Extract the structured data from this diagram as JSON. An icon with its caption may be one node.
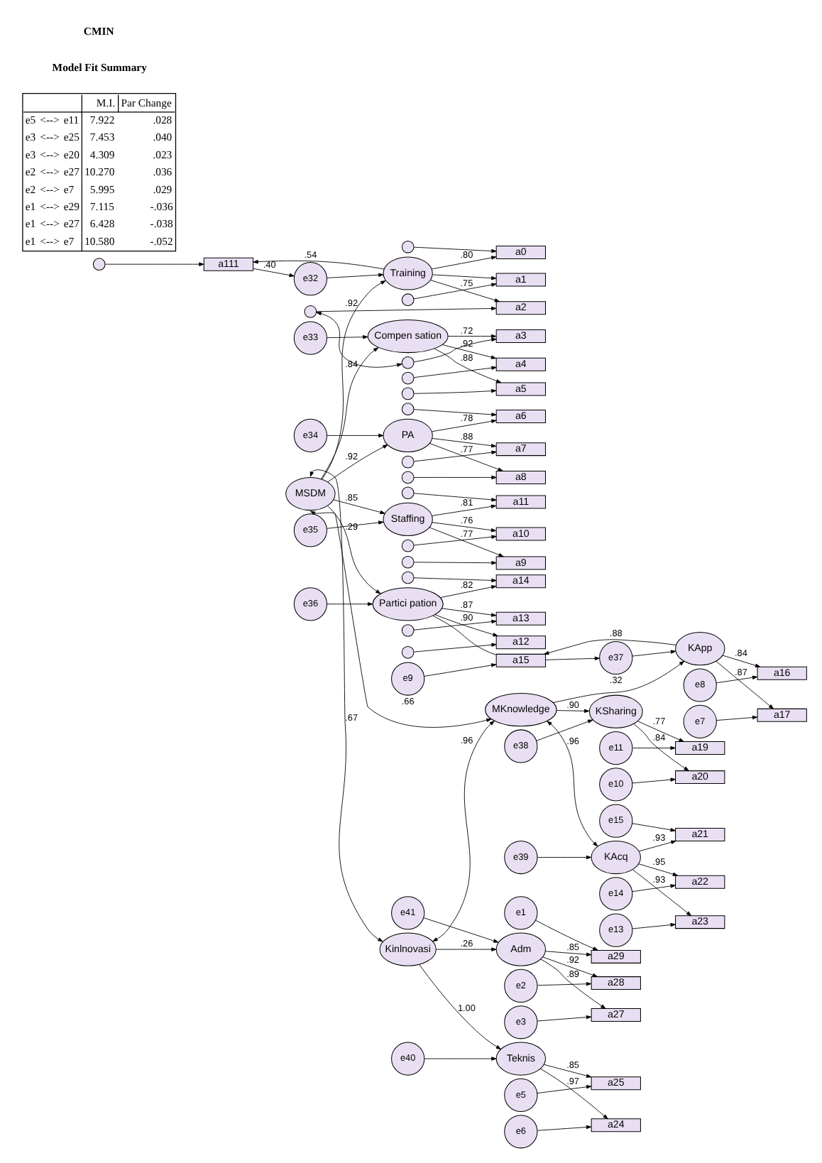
{
  "diagram": {
    "nodes": [
      {
        "text": [
          "a111"
        ]
      },
      {
        "text": [
          "a0"
        ]
      },
      {
        "text": [
          "a1"
        ]
      },
      {
        "text": [
          "a2"
        ]
      },
      {
        "text": [
          "Training"
        ]
      },
      {
        "text": [
          "e32"
        ]
      },
      {
        "text": [
          "e33"
        ]
      },
      {
        "text": [
          "a3"
        ]
      },
      {
        "text": [
          "a4"
        ]
      },
      {
        "text": [
          "a5"
        ]
      },
      {
        "text": [
          "Compen sation"
        ]
      },
      {
        "text": [
          "e34"
        ]
      },
      {
        "text": [
          "a6"
        ]
      },
      {
        "text": [
          "a7"
        ]
      },
      {
        "text": [
          "a8"
        ]
      },
      {
        "text": [
          "PA"
        ]
      },
      {
        "text": [
          "MSDM"
        ]
      },
      {
        "text": [
          "e35"
        ]
      },
      {
        "text": [
          "a11"
        ]
      },
      {
        "text": [
          "a10"
        ]
      },
      {
        "text": [
          "a9"
        ]
      },
      {
        "text": [
          "Staffing"
        ]
      },
      {
        "text": [
          "e36"
        ]
      },
      {
        "text": [
          "a14"
        ]
      },
      {
        "text": [
          "a13"
        ]
      },
      {
        "text": [
          "a12"
        ]
      },
      {
        "text": [
          "Partici pation"
        ]
      },
      {
        "text": [
          "KApp"
        ]
      },
      {
        "text": [
          "e37"
        ]
      },
      {
        "text": [
          "a15"
        ]
      },
      {
        "text": [
          "a16"
        ]
      },
      {
        "text": [
          "a17"
        ]
      },
      {
        "text": [
          "e9"
        ]
      },
      {
        "text": [
          "e8"
        ]
      },
      {
        "text": [
          "e7"
        ]
      },
      {
        "text": [
          "MKnowledge"
        ]
      },
      {
        "text": [
          "KSharing"
        ]
      },
      {
        "text": [
          "e38"
        ]
      },
      {
        "text": [
          "a19"
        ]
      },
      {
        "text": [
          "a20"
        ]
      },
      {
        "text": [
          "e11"
        ]
      },
      {
        "text": [
          "e10"
        ]
      },
      {
        "text": [
          "KAcq"
        ]
      },
      {
        "text": [
          "e39"
        ]
      },
      {
        "text": [
          "a21"
        ]
      },
      {
        "text": [
          "a22"
        ]
      },
      {
        "text": [
          "a23"
        ]
      },
      {
        "text": [
          "e15"
        ]
      },
      {
        "text": [
          "e14"
        ]
      },
      {
        "text": [
          "e13"
        ]
      },
      {
        "text": [
          "e41"
        ]
      },
      {
        "text": [
          "Adm"
        ]
      },
      {
        "text": [
          "a29"
        ]
      },
      {
        "text": [
          "a28"
        ]
      },
      {
        "text": [
          "a27"
        ]
      },
      {
        "text": [
          "e1"
        ]
      },
      {
        "text": [
          "e2"
        ]
      },
      {
        "text": [
          "e3"
        ]
      },
      {
        "text": [
          "Kinlnovasi"
        ]
      },
      {
        "text": [
          "e40"
        ]
      },
      {
        "text": [
          "Teknis"
        ]
      },
      {
        "text": [
          "a25"
        ]
      },
      {
        "text": [
          "a24"
        ]
      },
      {
        "text": [
          "e5"
        ]
      },
      {
        "text": [
          "e6"
        ]
      },
      {
        "text": [],
        "shape": "circle"
      },
      {
        "text": [],
        "shape": "circle"
      },
      {
        "text": [],
        "shape": "circle"
      },
      {
        "text": [],
        "shape": "circle"
      },
      {
        "text": [],
        "shape": "circle"
      },
      {
        "text": [],
        "shape": "circle"
      },
      {
        "text": [],
        "shape": "circle"
      },
      {
        "text": [],
        "shape": "circle"
      },
      {
        "text": [],
        "shape": "circle"
      },
      {
        "text": [],
        "shape": "circle"
      },
      {
        "text": [],
        "shape": "circle"
      },
      {
        "text": [],
        "shape": "circle"
      },
      {
        "text": [],
        "shape": "circle"
      },
      {
        "text": [],
        "shape": "circle"
      },
      {
        "text": [],
        "shape": "circle"
      },
      {
        "text": [],
        "shape": "circle"
      }
    ],
    "edges": [
      {
        "from": 4,
        "to": 0,
        "arrow": "to",
        "label": ".54"
      },
      {
        "from": 4,
        "to": 1,
        "arrow": "to",
        "label": ".80"
      },
      {
        "from": 4,
        "to": 2,
        "arrow": "to"
      },
      {
        "from": 4,
        "to": 3,
        "arrow": "to",
        "label": ".75"
      },
      {
        "from": 5,
        "to": 4,
        "arrow": "to"
      },
      {
        "from": 0,
        "to": 5,
        "arrow": "to",
        "label": ".40"
      },
      {
        "from": 6,
        "to": 10,
        "arrow": "to"
      },
      {
        "from": 10,
        "to": 7,
        "arrow": "to",
        "label": ".72"
      },
      {
        "from": 10,
        "to": 8,
        "arrow": "to",
        "label": ".92"
      },
      {
        "from": 10,
        "to": 9,
        "arrow": "to",
        "label": ".88"
      },
      {
        "from": 11,
        "to": 15,
        "arrow": "to"
      },
      {
        "from": 15,
        "to": 12,
        "arrow": "to",
        "label": ".78"
      },
      {
        "from": 15,
        "to": 13,
        "arrow": "to",
        "label": ".88"
      },
      {
        "from": 15,
        "to": 14,
        "arrow": "to",
        "label": ".77"
      },
      {
        "from": 16,
        "to": 4,
        "arrow": "to",
        "label": ".92"
      },
      {
        "from": 16,
        "to": 10,
        "arrow": "to",
        "label": ".84"
      },
      {
        "from": 16,
        "to": 15,
        "arrow": "to",
        "label": ".92"
      },
      {
        "from": 16,
        "to": 21,
        "arrow": "to",
        "label": ".85"
      },
      {
        "from": 16,
        "to": 26,
        "arrow": "to",
        "label": ".29"
      },
      {
        "from": 17,
        "to": 21,
        "arrow": "to"
      },
      {
        "from": 21,
        "to": 18,
        "arrow": "to",
        "label": ".81"
      },
      {
        "from": 21,
        "to": 19,
        "arrow": "to",
        "label": ".76"
      },
      {
        "from": 21,
        "to": 20,
        "arrow": "to",
        "label": ".77"
      },
      {
        "from": 22,
        "to": 26,
        "arrow": "to"
      },
      {
        "from": 26,
        "to": 23,
        "arrow": "to",
        "label": ".82"
      },
      {
        "from": 26,
        "to": 24,
        "arrow": "to",
        "label": ".87"
      },
      {
        "from": 26,
        "to": 25,
        "arrow": "to",
        "label": ".90"
      },
      {
        "from": 35,
        "to": 27,
        "arrow": "to",
        "label": ".32"
      },
      {
        "from": 28,
        "to": 27,
        "arrow": "to"
      },
      {
        "from": 27,
        "to": 29,
        "arrow": "to",
        "label": ".88"
      },
      {
        "from": 27,
        "to": 30,
        "arrow": "to",
        "label": ".84"
      },
      {
        "from": 27,
        "to": 31,
        "arrow": "to",
        "label": ".87"
      },
      {
        "from": 32,
        "to": 29,
        "arrow": "to"
      },
      {
        "from": 33,
        "to": 30,
        "arrow": "to"
      },
      {
        "from": 34,
        "to": 31,
        "arrow": "to"
      },
      {
        "from": 26,
        "to": 29,
        "arrow": "none"
      },
      {
        "from": 29,
        "to": 28,
        "arrow": "to"
      },
      {
        "from": 35,
        "to": 36,
        "arrow": "to",
        "label": ".90"
      },
      {
        "from": 37,
        "to": 36,
        "arrow": "to"
      },
      {
        "from": 36,
        "to": 38,
        "arrow": "to",
        "label": ".77"
      },
      {
        "from": 36,
        "to": 39,
        "arrow": "to",
        "label": ".84"
      },
      {
        "from": 40,
        "to": 38,
        "arrow": "to"
      },
      {
        "from": 41,
        "to": 39,
        "arrow": "to"
      },
      {
        "from": 35,
        "to": 42,
        "arrow": "both",
        "label": ".96"
      },
      {
        "from": 43,
        "to": 42,
        "arrow": "to"
      },
      {
        "from": 42,
        "to": 44,
        "arrow": "to",
        "label": ".93"
      },
      {
        "from": 42,
        "to": 45,
        "arrow": "to",
        "label": ".95"
      },
      {
        "from": 42,
        "to": 46,
        "arrow": "to",
        "label": ".93"
      },
      {
        "from": 47,
        "to": 44,
        "arrow": "to"
      },
      {
        "from": 48,
        "to": 45,
        "arrow": "to"
      },
      {
        "from": 49,
        "to": 46,
        "arrow": "to"
      },
      {
        "from": 16,
        "to": 58,
        "arrow": "both",
        "label": ".67"
      },
      {
        "from": 16,
        "to": 35,
        "arrow": "both",
        "label": ".66"
      },
      {
        "from": 58,
        "to": 35,
        "arrow": "both",
        "label": ".96"
      },
      {
        "from": 50,
        "to": 51,
        "arrow": "to"
      },
      {
        "from": 58,
        "to": 51,
        "arrow": "to",
        "label": ".26"
      },
      {
        "from": 51,
        "to": 52,
        "arrow": "to",
        "label": ".85"
      },
      {
        "from": 51,
        "to": 53,
        "arrow": "to",
        "label": ".92"
      },
      {
        "from": 51,
        "to": 54,
        "arrow": "to",
        "label": ".89"
      },
      {
        "from": 55,
        "to": 52,
        "arrow": "to"
      },
      {
        "from": 56,
        "to": 53,
        "arrow": "to"
      },
      {
        "from": 57,
        "to": 54,
        "arrow": "to"
      },
      {
        "from": 59,
        "to": 60,
        "arrow": "to"
      },
      {
        "from": 58,
        "to": 60,
        "arrow": "to",
        "label": "1.00"
      },
      {
        "from": 60,
        "to": 61,
        "arrow": "to",
        "label": ".85"
      },
      {
        "from": 60,
        "to": 62,
        "arrow": "to",
        "label": ".97"
      },
      {
        "from": 63,
        "to": 61,
        "arrow": "to"
      },
      {
        "from": 64,
        "to": 62,
        "arrow": "to"
      },
      {
        "from": 65,
        "to": 0,
        "arrow": "to"
      },
      {
        "from": 66,
        "to": 1,
        "arrow": "to"
      },
      {
        "from": 67,
        "to": 2,
        "arrow": "to"
      },
      {
        "from": 68,
        "to": 3,
        "arrow": "to"
      },
      {
        "from": 69,
        "to": 7,
        "arrow": "to"
      },
      {
        "from": 70,
        "to": 8,
        "arrow": "to"
      },
      {
        "from": 71,
        "to": 9,
        "arrow": "to"
      },
      {
        "from": 72,
        "to": 12,
        "arrow": "to"
      },
      {
        "from": 73,
        "to": 13,
        "arrow": "to"
      },
      {
        "from": 74,
        "to": 14,
        "arrow": "to"
      },
      {
        "from": 75,
        "to": 18,
        "arrow": "to"
      },
      {
        "from": 76,
        "to": 19,
        "arrow": "to"
      },
      {
        "from": 77,
        "to": 20,
        "arrow": "to"
      },
      {
        "from": 78,
        "to": 23,
        "arrow": "to"
      },
      {
        "from": 79,
        "to": 24,
        "arrow": "to"
      },
      {
        "from": 80,
        "to": 25,
        "arrow": "to"
      },
      {
        "from": 68,
        "to": 69,
        "arrow": "both"
      }
    ],
    "labels": [
      "M.I.",
      "Par Change",
      "e5",
      "<-->",
      "e11",
      "7.922",
      ".028",
      "e3",
      "<-->",
      "e25",
      "7.453",
      ".040",
      "e3",
      "<-->",
      "e20",
      "4.309",
      ".023",
      "e2",
      "<-->",
      "e27",
      "10.270",
      ".036",
      "e2",
      "<-->",
      "e7",
      "5.995",
      ".029",
      "e1",
      "<-->",
      "e29",
      "7.115",
      "-.036",
      "e1",
      "<-->",
      "e27",
      "6.428",
      "-.038",
      "e1",
      "<-->",
      "e7",
      "10.580",
      "-.052",
      "Model Fit Summary",
      "CMIN"
    ]
  }
}
